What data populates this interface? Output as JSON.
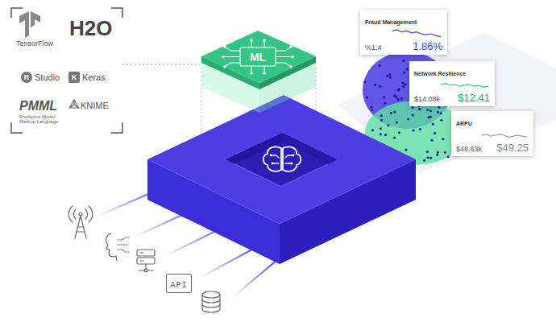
{
  "diagram": {
    "nodes": [
      {
        "text": [
          "R"
        ]
      },
      {
        "text": [
          "K"
        ]
      },
      {
        "text": [
          "ML"
        ]
      },
      {
        "text": [
          "Fraud Management",
          "%1.4",
          "1.86%"
        ]
      },
      {
        "text": [
          "Network Resilience",
          "$14.08k",
          "$12.41"
        ]
      },
      {
        "text": [
          "ARPU",
          "$48.63k",
          "$49.25"
        ]
      },
      {
        "text": [
          "API"
        ]
      }
    ],
    "labels": [
      "TensorFlow",
      "H2O",
      "Studio",
      "Keras",
      "PMML",
      "Predictive Model Markup Language",
      "KNIME"
    ]
  }
}
